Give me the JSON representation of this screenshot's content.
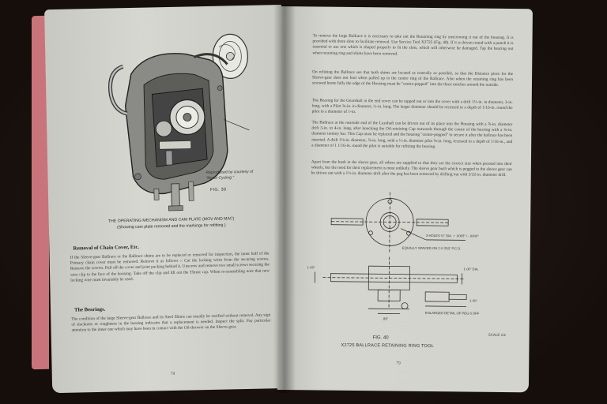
{
  "left_page": {
    "figure": {
      "credit": "Reproduced by courtesy of \"Motor Cycling.\"",
      "label": "FIG. 39",
      "caption_line1": "THE OPERATING MECHANISM AND CAM PLATE (MOV AND MAC)",
      "caption_line2": "(Showing cam plate removed and the markings for refitting.)"
    },
    "section1": {
      "heading": "Removal of Chain Cover, Etc.",
      "text": "If the Sleeve-gear Ballrace or the Ballrace shims are to be replaced or removed for inspection, the inner half of the Primary chain cover must be removed. Remove it as follows :- Cut the locking wires from the securing screws. Remove the screws. Pull off the cover and joint packing behind it. Unscrew and remove two small screws securing the wire clip to the face of the housing. Take off the clip and lift out the Thrust cap. When re-assembling note that new locking wire must invariably be used."
    },
    "section2": {
      "heading": "The Bearings.",
      "text": "The condition of the large Sleeve-gear Ballrace and its Steel Shims can usually be verified without removal. Any sign of slackness or roughness in the bearing indicates that a replacement is needed. Inspect the split. Pay particular attention to the inner one which may have been in contact with the Oil-thrower on the Sleeve-gear."
    },
    "page_number": "78"
  },
  "right_page": {
    "paragraphs": [
      "To remove the large Ballrace it is necessary to take out the Retaining ring by unscrewing it out of the housing. It is provided with three slots to facilitate removal. Use Service Tool X2725 (Fig. 40). If it is driven round with a punch it is essential to use one which is shaped properly to fit the slots, which will otherwise be damaged. Tap the bearing out when retaining ring and shims have been removed.",
      "On refitting the Ballrace see that both shims are located as centrally as possible, so that the Distance piece for the Sleeve-gear does not foul when pulled up to the centre ring of the Ballrace. Also when the retaining ring has been screwed home fully the edge of the Housing must be \"centre-popped\" into the three notches around the outside.",
      "The Bearing for the Gearshaft in the end cover can be tapped out or into the cover with a drift 1½-in. in diameter, 3-in. long, with a Pilot ⅝-in. in diameter, ½-in. long. The larger diameter should be recessed to a depth of 1/16-in. round the pilot to a diameter of 1-in.",
      "The Ballrace at the nearside end of the Layshaft can be driven out of its place into the Housing with a ⅞-in. diameter drift 3-in. to 4-in. long, after knocking the Oil-retaining Cap outwards through the centre of the bearing with a ⅜-in. diameter tommy bar. This Cap must be replaced and the housing \"centre-popped\" to secure it after the ballrace has been inserted. A drift 1⅛-in. diameter, ⅞-in. long, with a ½-in. diameter pilot ⅝-in. long, recessed to a depth of 1/16-in., and a diameter of 1 1/16-in. round the pilot is suitable for refitting the bearing.",
      "Apart from the bush in the sleeve gear, all others are supplied to that they are the correct size when pressed into their wheels, but the need for their replacement is most unlikely. The sleeve gear bush which is pegged to the sleeve gear can be driven out with a 1½-in. diameter drift after the peg has been removed by drilling out with 3/32-in. diameter drill."
    ],
    "figure": {
      "label": "FIG. 40",
      "caption": "X2725  BALLRACE  RETAINING  RING  TOOL",
      "scale": "SCALE 1/2",
      "dim_holes": "3 HOLES ⅛\" DIA. + .0005\" / -.0000\"",
      "dim_pcd": "EQUALLY SPACED ON 2·0·253\" P.C.D.",
      "dim_left": "1·00\"",
      "dim_right": "1·00\" DIA.",
      "dim_small": ".89\"",
      "dim_detail": "1·00\"",
      "detail_label": "ENLARGED DETAIL OF PEG 6 OFF"
    },
    "page_number": "79"
  }
}
